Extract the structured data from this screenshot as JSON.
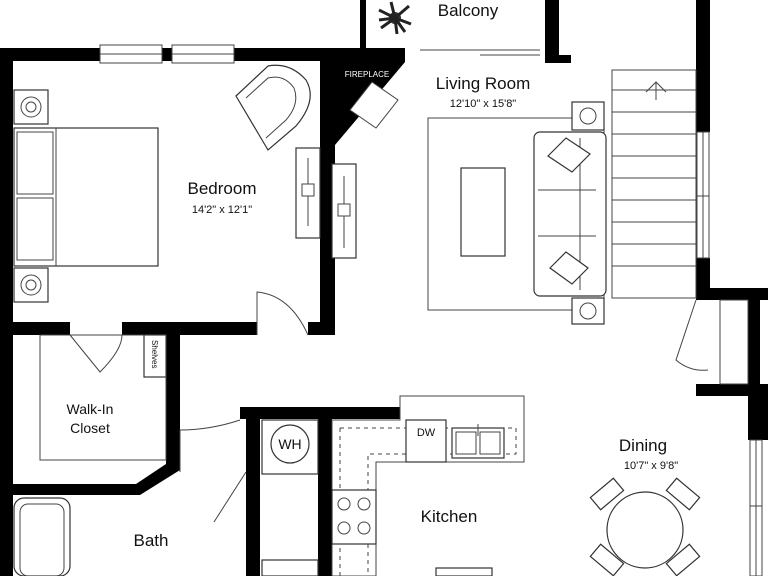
{
  "rooms": {
    "balcony": {
      "name": "Balcony"
    },
    "living_room": {
      "name": "Living Room",
      "dimensions": "12'10\" x 15'8\""
    },
    "bedroom": {
      "name": "Bedroom",
      "dimensions": "14'2\" x 12'1\""
    },
    "walk_in_closet": {
      "name_line1": "Walk-In",
      "name_line2": "Closet"
    },
    "bath": {
      "name": "Bath"
    },
    "kitchen": {
      "name": "Kitchen"
    },
    "dining": {
      "name": "Dining",
      "dimensions": "10'7\" x 9'8\""
    }
  },
  "fixtures": {
    "fireplace": "FIREPLACE",
    "shelves": "Shelves",
    "water_heater": "WH",
    "dishwasher": "DW"
  },
  "colors": {
    "wall": "#000000",
    "fixture_stroke": "#333333",
    "background": "#ffffff"
  }
}
